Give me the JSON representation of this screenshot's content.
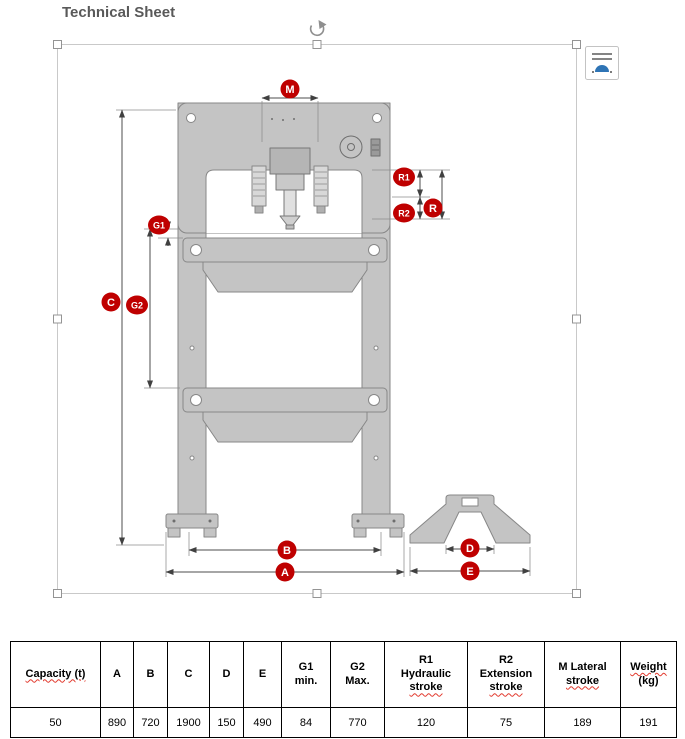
{
  "title": "Technical Sheet",
  "drawing": {
    "labels": {
      "M": "M",
      "C": "C",
      "G1": "G1",
      "G2": "G2",
      "R": "R",
      "R1": "R1",
      "R2": "R2",
      "A": "A",
      "B": "B",
      "D": "D",
      "E": "E"
    },
    "colors": {
      "label_red": "#bf0000",
      "press_gray": "#c4c4c4",
      "press_stroke": "#878787"
    }
  },
  "table": {
    "headers": [
      {
        "lines": [
          "Capacity (t)"
        ]
      },
      {
        "lines": [
          "A"
        ]
      },
      {
        "lines": [
          "B"
        ]
      },
      {
        "lines": [
          "C"
        ]
      },
      {
        "lines": [
          "D"
        ]
      },
      {
        "lines": [
          "E"
        ]
      },
      {
        "lines": [
          "G1",
          "min."
        ]
      },
      {
        "lines": [
          "G2",
          "Max."
        ]
      },
      {
        "lines": [
          "R1",
          "Hydraulic",
          "stroke"
        ]
      },
      {
        "lines": [
          "R2",
          "Extension",
          "stroke"
        ]
      },
      {
        "lines": [
          "M Lateral",
          "stroke"
        ]
      },
      {
        "lines": [
          "Weight",
          "(kg)"
        ]
      }
    ],
    "values": [
      "50",
      "890",
      "720",
      "1900",
      "150",
      "490",
      "84",
      "770",
      "120",
      "75",
      "189",
      "191"
    ]
  }
}
